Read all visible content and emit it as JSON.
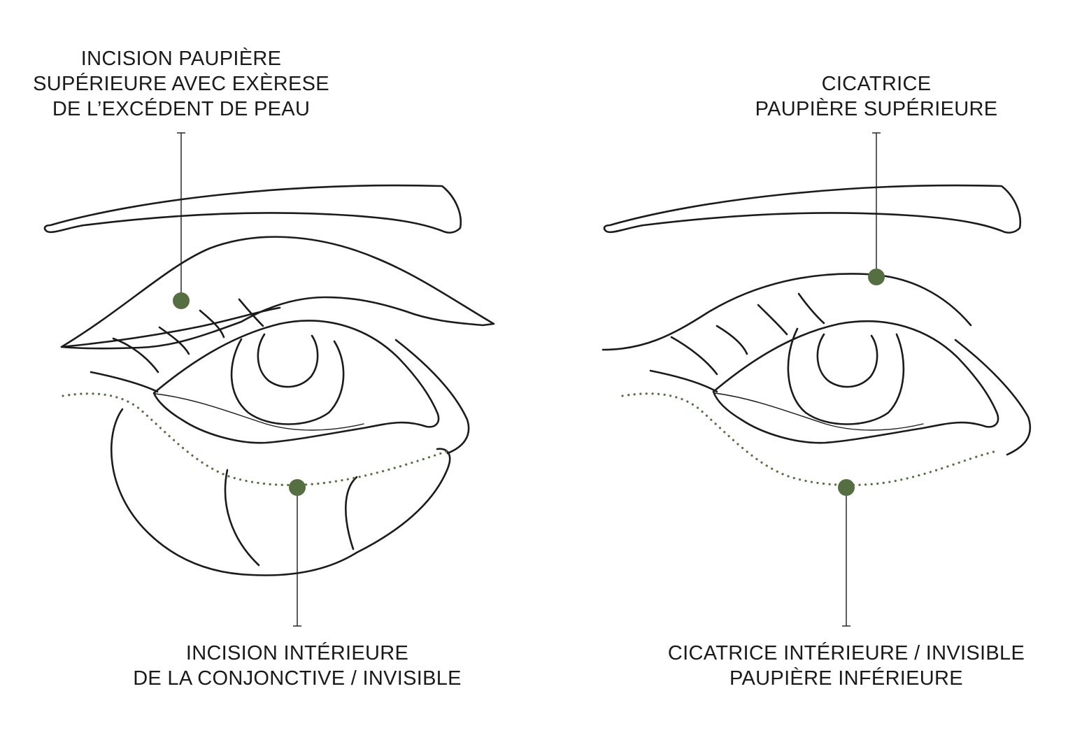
{
  "colors": {
    "accent": "#556f42",
    "line": "#1b1b1b",
    "background": "#ffffff"
  },
  "labels": {
    "top_left": [
      "INCISION PAUPIÈRE",
      "SUPÉRIEURE AVEC EXÈRESE",
      "DE L’EXCÉDENT DE PEAU"
    ],
    "top_right": [
      "CICATRICE",
      "PAUPIÈRE SUPÉRIEURE"
    ],
    "bottom_left": [
      "INCISION INTÉRIEURE",
      "DE LA CONJONCTIVE / INVISIBLE"
    ],
    "bottom_right": [
      "CICATRICE INTÉRIEURE / INVISIBLE",
      "PAUPIÈRE INFÉRIEURE"
    ]
  }
}
